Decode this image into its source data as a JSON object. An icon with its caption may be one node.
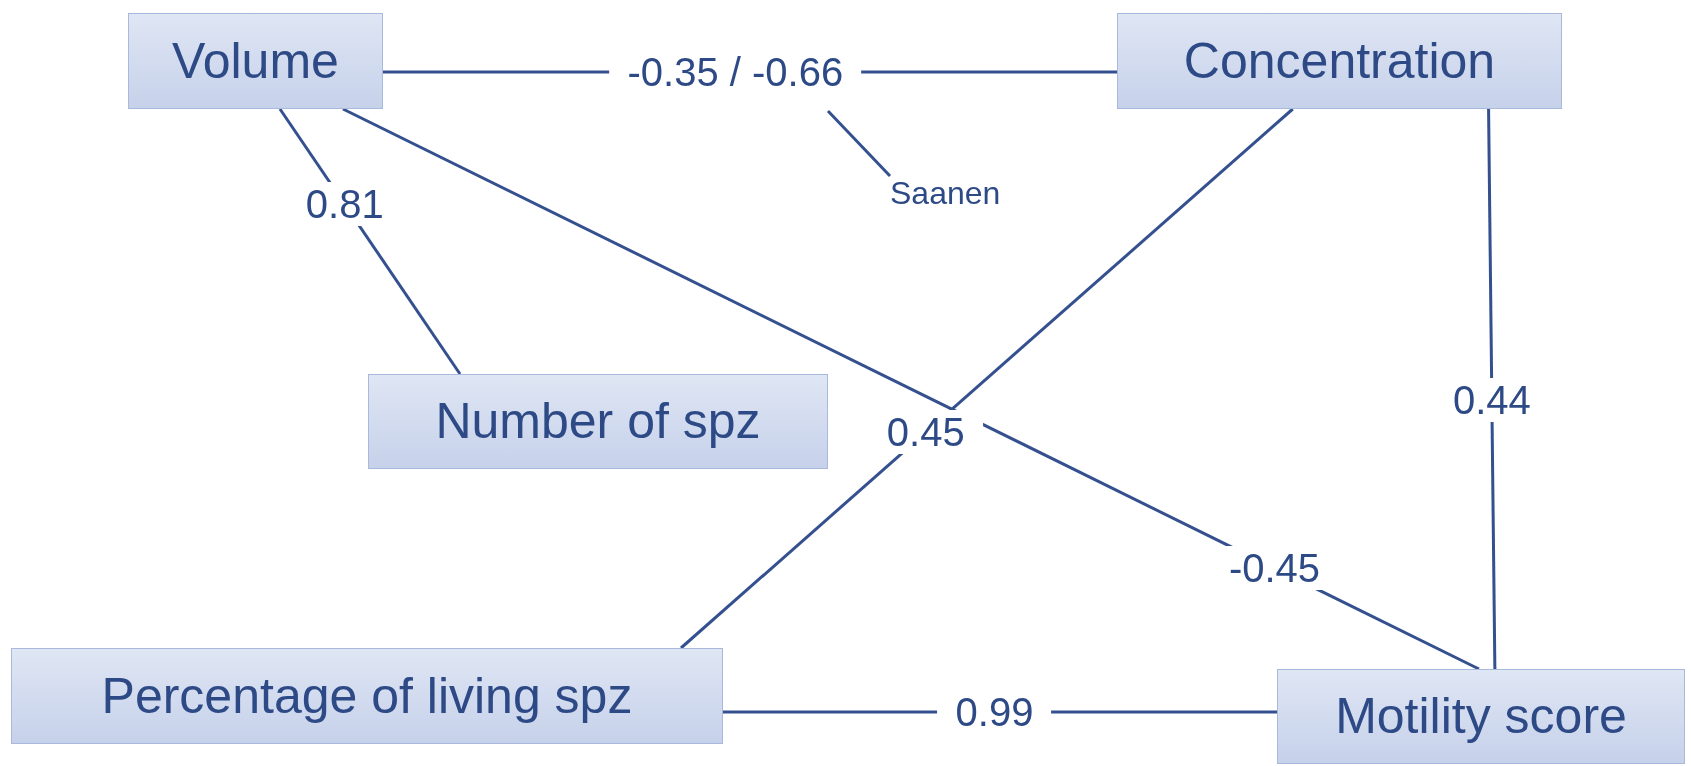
{
  "diagram": {
    "nodes": [
      {
        "text": [
          "Volume"
        ]
      },
      {
        "text": [
          "Concentration"
        ]
      },
      {
        "text": [
          "Number of spz"
        ]
      },
      {
        "text": [
          "Percentage of living spz"
        ]
      },
      {
        "text": [
          "Motility score"
        ]
      },
      {
        "text": [
          "Saanen"
        ]
      }
    ],
    "edges": [
      {
        "from": 0,
        "to": 1,
        "arrow": "none",
        "label": "-0.35 / -0.66"
      },
      {
        "from": 0,
        "to": 2,
        "arrow": "none",
        "label": "0.81"
      },
      {
        "from": 0,
        "to": 4,
        "arrow": "none",
        "label": "-0.45"
      },
      {
        "from": 1,
        "to": 3,
        "arrow": "none",
        "label": "0.45"
      },
      {
        "from": 1,
        "to": 4,
        "arrow": "none",
        "label": "0.44"
      },
      {
        "from": 3,
        "to": 4,
        "arrow": "none",
        "label": "0.99"
      },
      {
        "from": 5,
        "to": null,
        "arrow": "none"
      }
    ]
  }
}
